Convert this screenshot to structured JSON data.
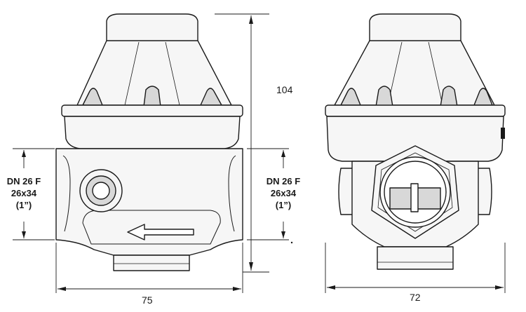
{
  "dimensions": {
    "height": "104",
    "width_front": "75",
    "width_side": "72"
  },
  "connections": {
    "left": [
      "DN 26 F",
      "26x34",
      "(1”)"
    ],
    "right": [
      "DN 26 F",
      "26x34",
      "(1”)"
    ]
  },
  "colors": {
    "line": "#1a1a1a",
    "body": "#f6f6f6",
    "shade": "#d8d8d8"
  }
}
